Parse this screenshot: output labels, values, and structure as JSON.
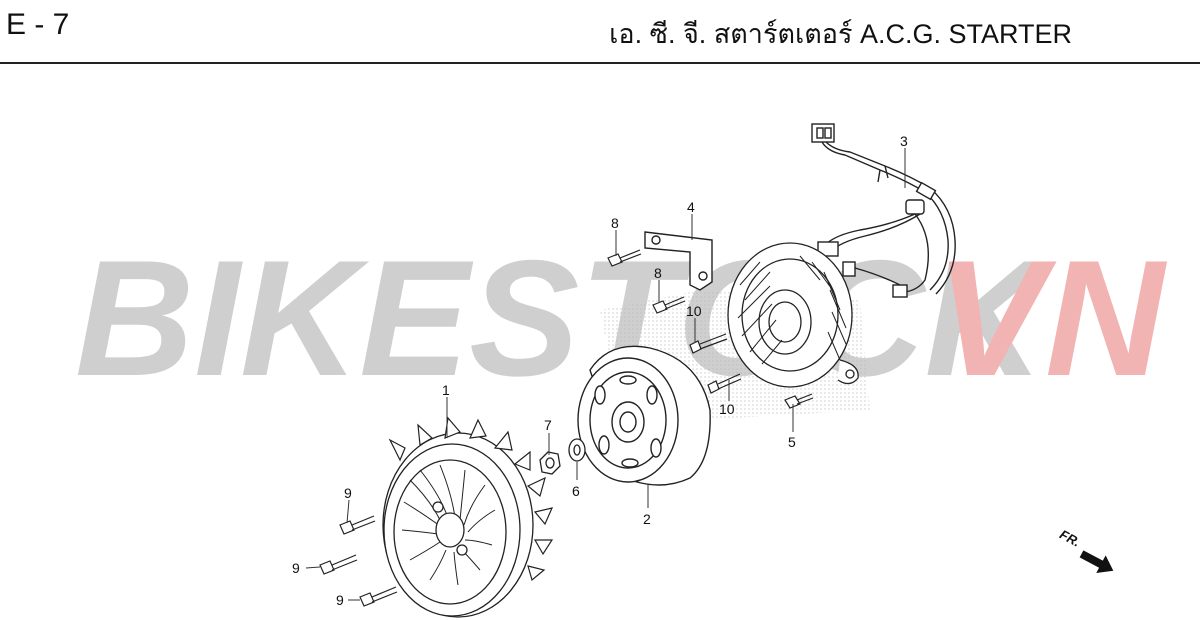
{
  "header": {
    "code": "E - 7",
    "title": "เอ. ซี. จี. สตาร์ตเตอร์  A.C.G. STARTER"
  },
  "watermark": {
    "left": "BIKESTOCK",
    "right": "VN",
    "colors": {
      "left": "#c8c8c8",
      "right": "#f2b3b3"
    }
  },
  "parts": [
    {
      "id": "part-1",
      "label": "1"
    },
    {
      "id": "part-2",
      "label": "2"
    },
    {
      "id": "part-3",
      "label": "3"
    },
    {
      "id": "part-4",
      "label": "4"
    },
    {
      "id": "part-5",
      "label": "5"
    },
    {
      "id": "part-6",
      "label": "6"
    },
    {
      "id": "part-7",
      "label": "7"
    },
    {
      "id": "part-8a",
      "label": "8"
    },
    {
      "id": "part-8b",
      "label": "8"
    },
    {
      "id": "part-9a",
      "label": "9"
    },
    {
      "id": "part-9b",
      "label": "9"
    },
    {
      "id": "part-9c",
      "label": "9"
    },
    {
      "id": "part-10a",
      "label": "10"
    },
    {
      "id": "part-10b",
      "label": "10"
    }
  ],
  "direction": {
    "label": "FR."
  }
}
